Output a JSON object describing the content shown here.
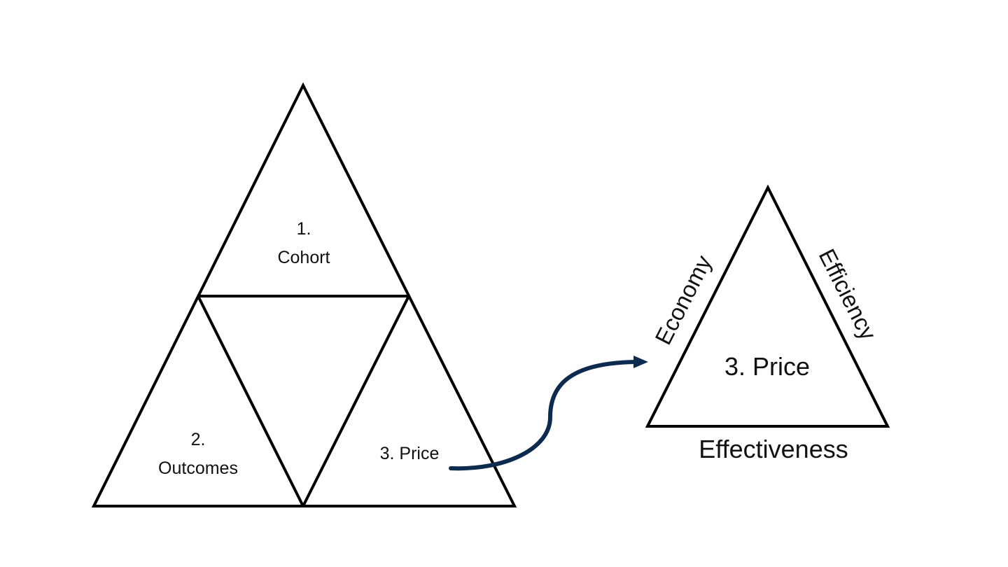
{
  "colors": {
    "stroke": "#000000",
    "arrow": "#0d2a4f",
    "text": "#111111"
  },
  "big_pyramid": {
    "cohort_number": "1.",
    "cohort_label": "Cohort",
    "outcomes_number": "2.",
    "outcomes_label": "Outcomes",
    "price_label": "3. Price"
  },
  "small_triangle": {
    "price_label": "3. Price",
    "economy_label": "Economy",
    "efficiency_label": "Efficiency",
    "effectiveness_label": "Effectiveness"
  }
}
